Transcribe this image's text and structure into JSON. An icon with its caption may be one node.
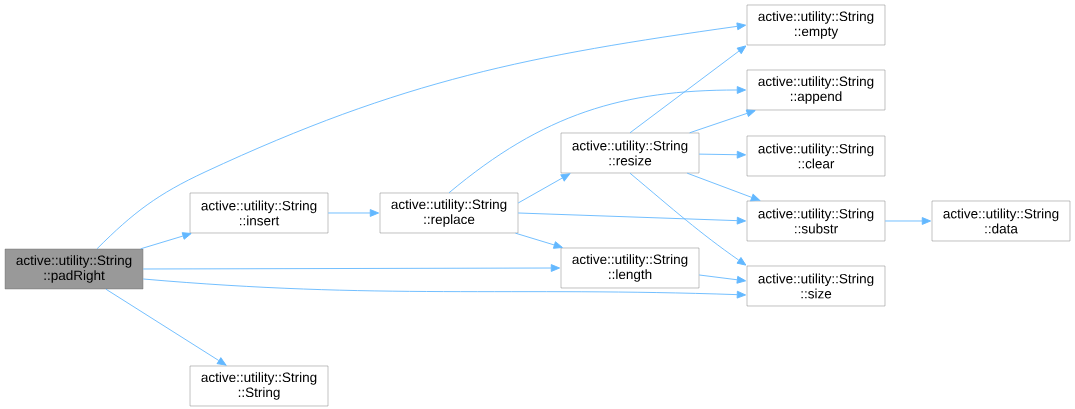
{
  "diagram": {
    "nodes": [
      {
        "text": [
          "active::utility::String ::padRight"
        ]
      },
      {
        "text": [
          "active::utility::String ::insert"
        ]
      },
      {
        "text": [
          "active::utility::String ::String"
        ]
      },
      {
        "text": [
          "active::utility::String ::replace"
        ]
      },
      {
        "text": [
          "active::utility::String ::resize"
        ]
      },
      {
        "text": [
          "active::utility::String ::length"
        ]
      },
      {
        "text": [
          "active::utility::String ::empty"
        ]
      },
      {
        "text": [
          "active::utility::String ::append"
        ]
      },
      {
        "text": [
          "active::utility::String ::clear"
        ]
      },
      {
        "text": [
          "active::utility::String ::substr"
        ]
      },
      {
        "text": [
          "active::utility::String ::size"
        ]
      },
      {
        "text": [
          "active::utility::String ::data"
        ]
      }
    ],
    "edges": [
      {
        "from": 0,
        "to": 6,
        "arrow": "to"
      },
      {
        "from": 0,
        "to": 1,
        "arrow": "to"
      },
      {
        "from": 0,
        "to": 5,
        "arrow": "to"
      },
      {
        "from": 0,
        "to": 10,
        "arrow": "to"
      },
      {
        "from": 0,
        "to": 2,
        "arrow": "to"
      },
      {
        "from": 1,
        "to": 3,
        "arrow": "to"
      },
      {
        "from": 3,
        "to": 7,
        "arrow": "to"
      },
      {
        "from": 3,
        "to": 4,
        "arrow": "to"
      },
      {
        "from": 3,
        "to": 9,
        "arrow": "to"
      },
      {
        "from": 3,
        "to": 5,
        "arrow": "to"
      },
      {
        "from": 4,
        "to": 6,
        "arrow": "to"
      },
      {
        "from": 4,
        "to": 7,
        "arrow": "to"
      },
      {
        "from": 4,
        "to": 8,
        "arrow": "to"
      },
      {
        "from": 4,
        "to": 9,
        "arrow": "to"
      },
      {
        "from": 4,
        "to": 10,
        "arrow": "to"
      },
      {
        "from": 5,
        "to": 10,
        "arrow": "to"
      },
      {
        "from": 9,
        "to": 11,
        "arrow": "to"
      }
    ]
  }
}
